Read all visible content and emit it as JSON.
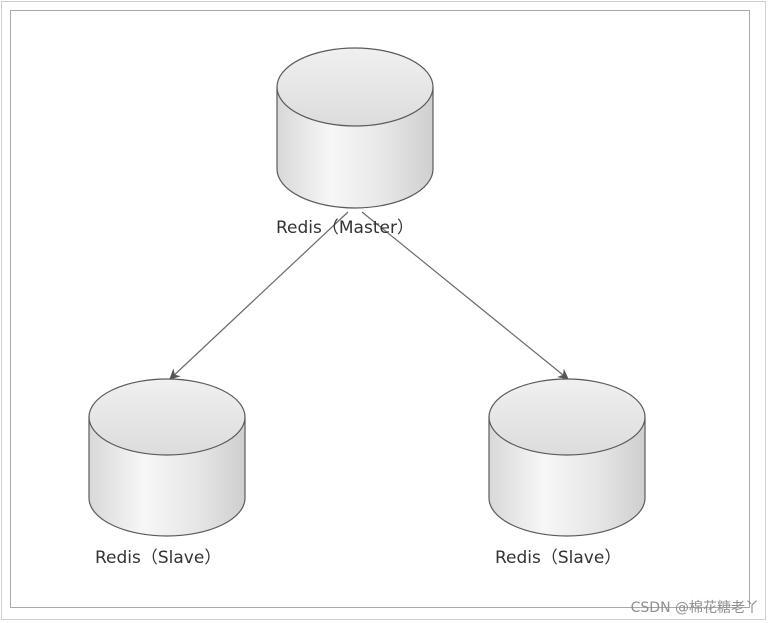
{
  "diagram": {
    "nodes": [
      {
        "id": "master",
        "label": "Redis（Master）"
      },
      {
        "id": "slave_left",
        "label": "Redis（Slave）"
      },
      {
        "id": "slave_right",
        "label": "Redis（Slave）"
      }
    ],
    "edges": [
      {
        "from": "master",
        "to": "slave_left"
      },
      {
        "from": "master",
        "to": "slave_right"
      }
    ]
  },
  "watermark": "CSDN @棉花糖老丫"
}
